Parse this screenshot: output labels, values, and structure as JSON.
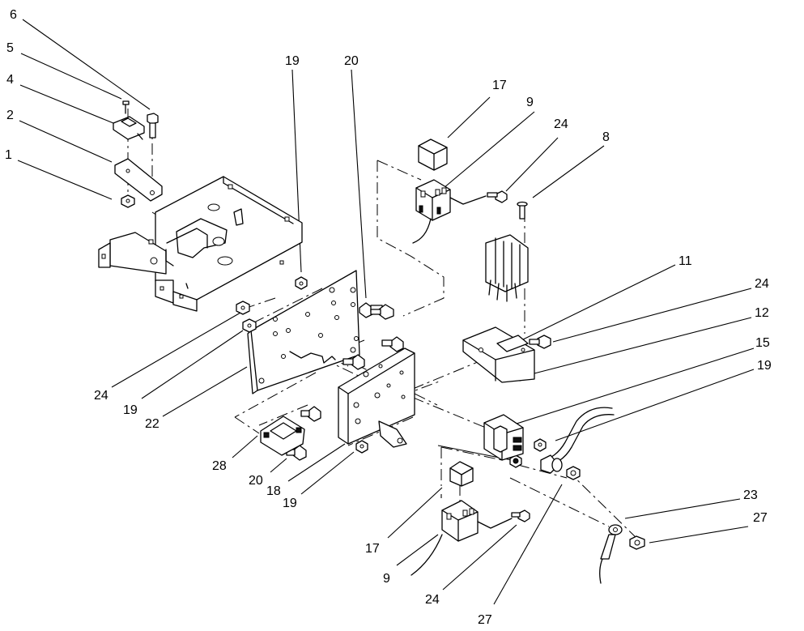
{
  "labels": {
    "c6": "6",
    "c5": "5",
    "c4": "4",
    "c2": "2",
    "c1": "1",
    "c19a": "19",
    "c20a": "20",
    "c17a": "17",
    "c9a": "9",
    "c24a": "24",
    "c8": "8",
    "c11": "11",
    "c24b": "24",
    "c12": "12",
    "c15": "15",
    "c19b": "19",
    "c24c": "24",
    "c19c": "19",
    "c22": "22",
    "c28": "28",
    "c20b": "20",
    "c18": "18",
    "c19d": "19",
    "c17b": "17",
    "c9b": "9",
    "c24d": "24",
    "c27a": "27",
    "c23": "23",
    "c27b": "27"
  },
  "colors": {
    "ink": "#000000",
    "paper": "#ffffff"
  }
}
